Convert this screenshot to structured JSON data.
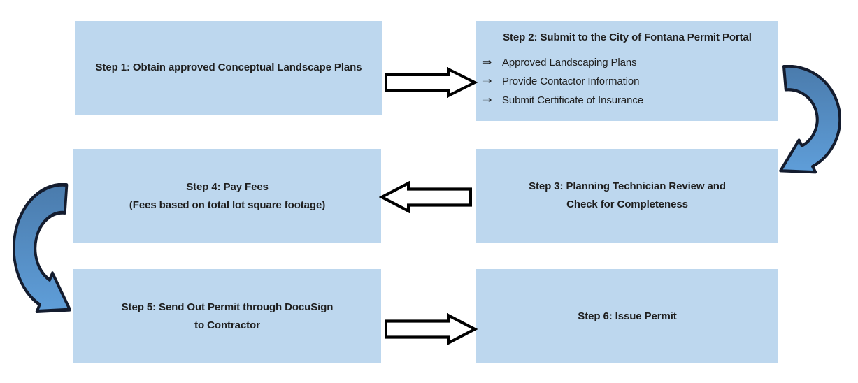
{
  "diagram": {
    "type": "flowchart",
    "background": "#ffffff",
    "colors": {
      "box_fill": "#bdd7ee",
      "text": "#1f1f1f",
      "block_arrow_fill": "#ffffff",
      "block_arrow_outline": "#000000",
      "curved_arrow_gradient_top": "#4a7bac",
      "curved_arrow_gradient_bottom": "#5f9ed9",
      "curved_arrow_outline": "#141c2e"
    },
    "steps": [
      {
        "id": 1,
        "lines": [
          "Step 1: Obtain approved Conceptual Landscape Plans"
        ]
      },
      {
        "id": 2,
        "title": "Step 2: Submit to the City of Fontana Permit Portal",
        "bullet_glyph": "⇒",
        "bullets": [
          "Approved Landscaping Plans",
          "Provide Contactor Information",
          "Submit Certificate of Insurance"
        ]
      },
      {
        "id": 3,
        "lines": [
          "Step 3: Planning Technician Review and",
          "Check for Completeness"
        ]
      },
      {
        "id": 4,
        "lines": [
          "Step 4: Pay Fees",
          "(Fees based on total lot square footage)"
        ]
      },
      {
        "id": 5,
        "lines": [
          "Step 5: Send Out Permit through DocuSign",
          "to Contractor"
        ]
      },
      {
        "id": 6,
        "lines": [
          "Step 6: Issue Permit"
        ]
      }
    ],
    "connectors": [
      {
        "from": 1,
        "to": 2,
        "style": "block-arrow",
        "direction": "right"
      },
      {
        "from": 2,
        "to": 3,
        "style": "curved-arrow",
        "direction": "down"
      },
      {
        "from": 3,
        "to": 4,
        "style": "block-arrow",
        "direction": "left"
      },
      {
        "from": 4,
        "to": 5,
        "style": "curved-arrow",
        "direction": "down"
      },
      {
        "from": 5,
        "to": 6,
        "style": "block-arrow",
        "direction": "right"
      }
    ]
  }
}
